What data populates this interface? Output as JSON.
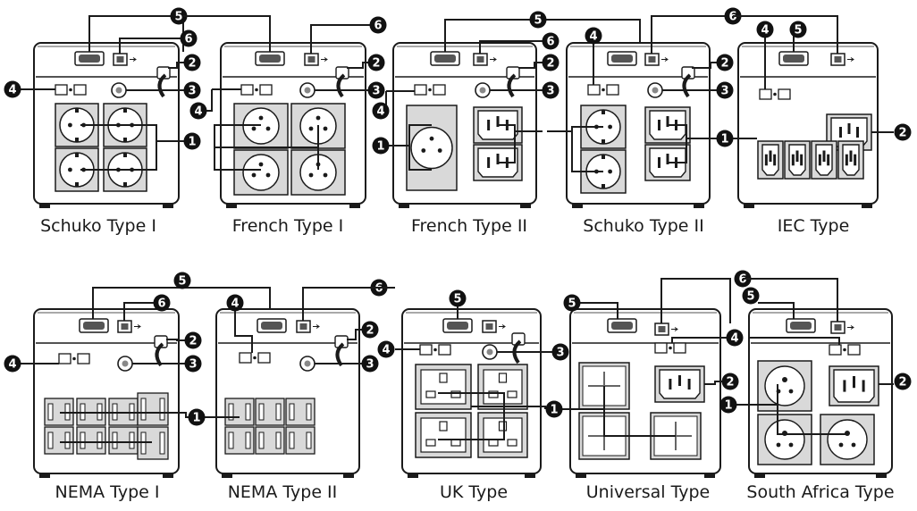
{
  "diagram": {
    "panels": [
      {
        "id": "schuko1",
        "caption": "Schuko Type I"
      },
      {
        "id": "french1",
        "caption": "French Type I"
      },
      {
        "id": "french2",
        "caption": "French Type II"
      },
      {
        "id": "schuko2",
        "caption": "Schuko Type II"
      },
      {
        "id": "iec",
        "caption": "IEC Type"
      },
      {
        "id": "nema1",
        "caption": "NEMA Type I"
      },
      {
        "id": "nema2",
        "caption": "NEMA Type II"
      },
      {
        "id": "uk",
        "caption": "UK Type"
      },
      {
        "id": "universal",
        "caption": "Universal Type"
      },
      {
        "id": "southafrica",
        "caption": "South Africa Type"
      }
    ],
    "callout_numbers": [
      "1",
      "2",
      "3",
      "4",
      "5",
      "6"
    ],
    "colors": {
      "line": "#1a1a1a",
      "panel_fill": "#ffffff",
      "socket_fill": "#d9d9d9",
      "badge": "#111111",
      "badge_text": "#ffffff"
    }
  }
}
